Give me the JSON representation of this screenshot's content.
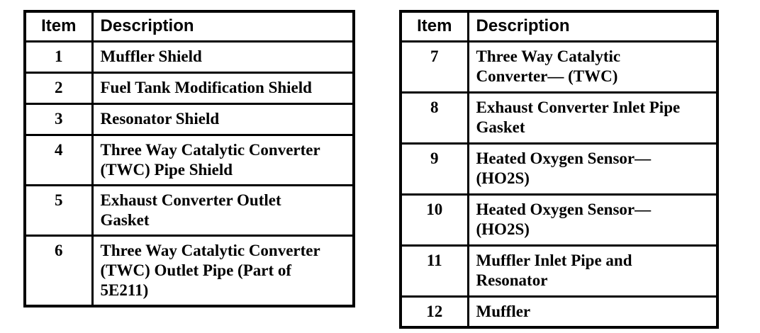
{
  "colors": {
    "background": "#ffffff",
    "border": "#000000",
    "text": "#000000"
  },
  "left_table": {
    "headers": {
      "item": "Item",
      "description": "Description"
    },
    "rows": [
      {
        "item": "1",
        "description": "Muffler Shield"
      },
      {
        "item": "2",
        "description": "Fuel Tank Modification Shield"
      },
      {
        "item": "3",
        "description": "Resonator Shield"
      },
      {
        "item": "4",
        "description": "Three Way Catalytic Converter\n(TWC) Pipe Shield"
      },
      {
        "item": "5",
        "description": "Exhaust Converter Outlet\nGasket"
      },
      {
        "item": "6",
        "description": "Three Way Catalytic Converter\n(TWC) Outlet Pipe (Part of\n5E211)"
      }
    ]
  },
  "right_table": {
    "headers": {
      "item": "Item",
      "description": "Description"
    },
    "rows": [
      {
        "item": "7",
        "description": "Three Way Catalytic\nConverter— (TWC)"
      },
      {
        "item": "8",
        "description": "Exhaust Converter Inlet Pipe\nGasket"
      },
      {
        "item": "9",
        "description": "Heated Oxygen Sensor—\n(HO2S)"
      },
      {
        "item": "10",
        "description": "Heated Oxygen Sensor—\n(HO2S)"
      },
      {
        "item": "11",
        "description": "Muffler Inlet Pipe and\nResonator"
      },
      {
        "item": "12",
        "description": "Muffler"
      }
    ]
  }
}
